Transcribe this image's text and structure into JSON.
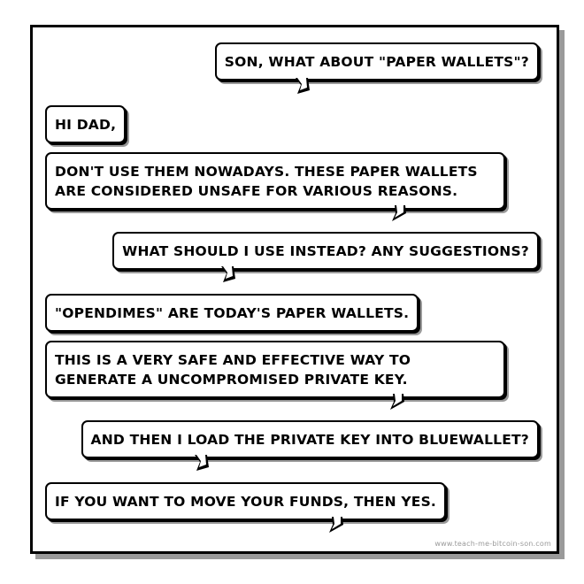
{
  "conversation": [
    {
      "speaker": "dad",
      "text": "SON, WHAT ABOUT \"PAPER WALLETS\"?"
    },
    {
      "speaker": "son",
      "text": "HI DAD,"
    },
    {
      "speaker": "son",
      "text": "DON'T USE THEM NOWADAYS. THESE PAPER WALLETS ARE CONSIDERED UNSAFE FOR VARIOUS REASONS."
    },
    {
      "speaker": "dad",
      "text": "WHAT SHOULD I USE INSTEAD? ANY SUGGESTIONS?"
    },
    {
      "speaker": "son",
      "text": "\"OPENDIMES\" ARE TODAY'S PAPER WALLETS."
    },
    {
      "speaker": "son",
      "text": "THIS IS A VERY SAFE AND EFFECTIVE WAY TO GENERATE A UNCOMPROMISED PRIVATE KEY."
    },
    {
      "speaker": "dad",
      "text": "AND THEN I LOAD THE PRIVATE KEY INTO BLUEWALLET?"
    },
    {
      "speaker": "son",
      "text": "IF YOU WANT TO MOVE YOUR FUNDS, THEN YES."
    }
  ],
  "credit": "www.teach-me-bitcoin-son.com",
  "colors": {
    "ink": "#000000",
    "paper": "#ffffff",
    "shadow": "#9a9a9a"
  }
}
